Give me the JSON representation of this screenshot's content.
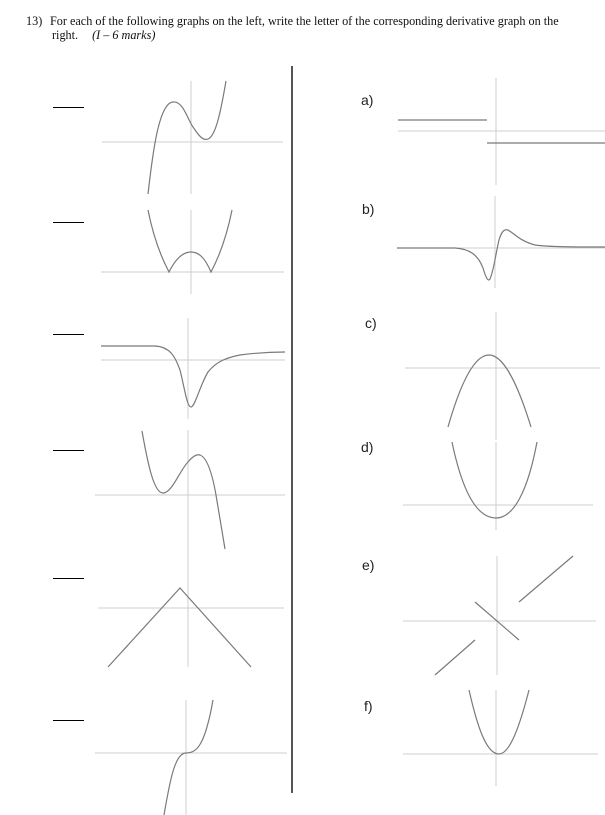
{
  "question": {
    "number": "13)",
    "text_line1": "For each of the following graphs on the left, write the letter of the corresponding derivative graph on the",
    "text_line2": "right.",
    "marks": "(I – 6 marks)"
  },
  "left_graphs": [
    {
      "id": 1,
      "description": "cubic with local max left of y-axis and local min right of y-axis",
      "answer": ""
    },
    {
      "id": 2,
      "description": "absolute value of quadratic (W shape with cusps on x-axis)",
      "answer": ""
    },
    {
      "id": 3,
      "description": "flat positive to the left, sharp dip below axis near origin, approaching small positive asymptote",
      "answer": ""
    },
    {
      "id": 4,
      "description": "negative cubic with local min left of y-axis and local max right of y-axis",
      "answer": ""
    },
    {
      "id": 5,
      "description": "inverted V (absolute value) with peak left of y-axis",
      "answer": ""
    },
    {
      "id": 6,
      "description": "cubic x^3 with inflection at origin",
      "answer": ""
    }
  ],
  "right_graphs": [
    {
      "label": "a)",
      "description": "step function: positive constant left, negative constant right"
    },
    {
      "label": "b)",
      "description": "odd-like pulse: dips negative then peaks positive near origin, zero at extremes"
    },
    {
      "label": "c)",
      "description": "downward parabola with vertex slightly above x-axis"
    },
    {
      "label": "d)",
      "description": "upward parabola with vertex below x-axis"
    },
    {
      "label": "e)",
      "description": "piecewise linear with jump discontinuities"
    },
    {
      "label": "f)",
      "description": "upward parabola with vertex at origin"
    }
  ]
}
